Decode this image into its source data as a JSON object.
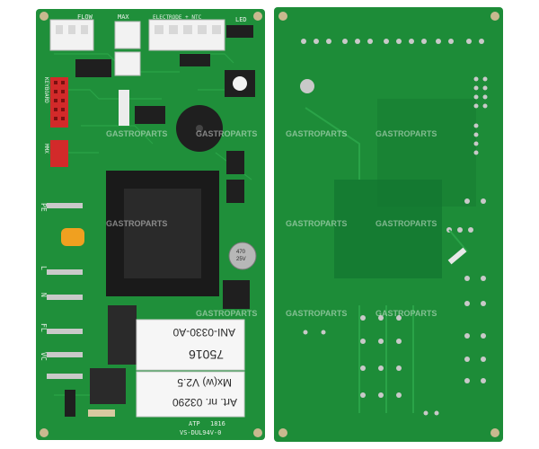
{
  "colors": {
    "pcb_green": "#1f8f3a",
    "pcb_green_dark": "#137530",
    "pcb_back": "#1d8c38",
    "component_black": "#1f1f1f",
    "connector_white": "#f2f2f2",
    "connector_red": "#d22a2a",
    "capacitor_gray": "#b7b7b7",
    "pad_silver": "#c9c9c9",
    "label_white": "#f6f6f6"
  },
  "front_board": {
    "silkscreen": {
      "flow": "FLOW",
      "max": "MAX",
      "electrodes": "ELECTRODE + NTC",
      "led": "LED",
      "keyboard": "KEYBOARD",
      "mmx": "MMX",
      "pe": "PE",
      "l": "L",
      "n": "N",
      "fl": "FL",
      "vc": "VC",
      "bottom_code": "VS-DUL94V-0",
      "atp": "ATP",
      "date": "1816"
    },
    "sticker_top": {
      "line1": "75016",
      "line2": "ANI-0330-A0"
    },
    "sticker_bottom": {
      "line1": "Art. nr. 03290",
      "line2": "Mx(w) V2.5"
    },
    "capacitor": {
      "line1": "470",
      "line2": "25V"
    }
  },
  "watermark": {
    "text": "GASTROPARTS"
  }
}
